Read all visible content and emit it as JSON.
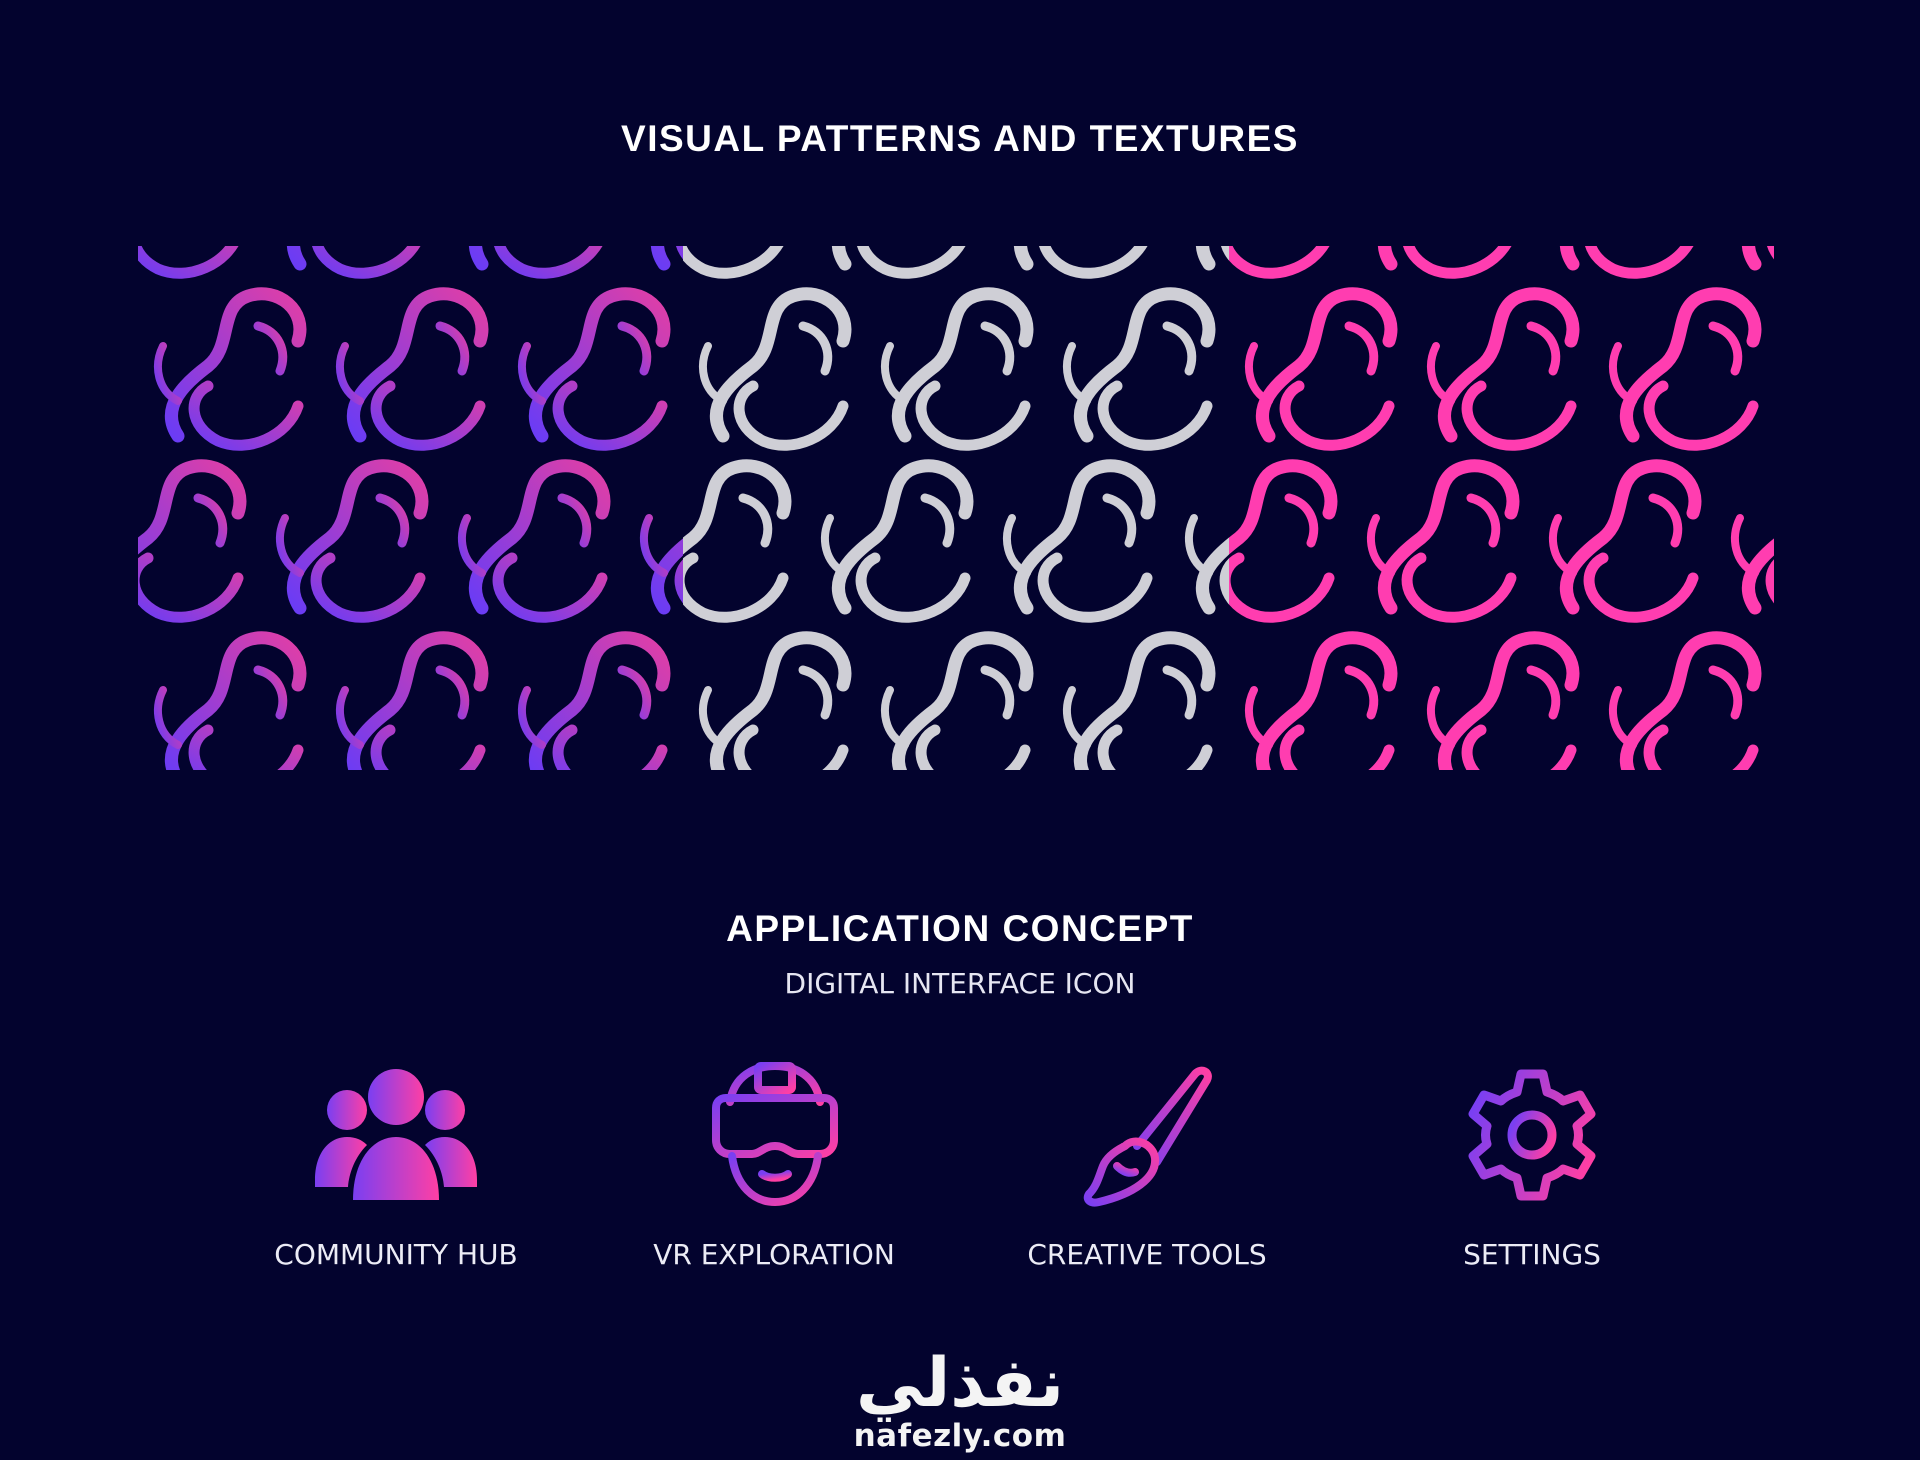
{
  "patterns_section": {
    "title": "VISUAL PATTERNS AND TEXTURES",
    "panels": [
      {
        "name": "purple-gradient",
        "colors": [
          "#7b3cf0",
          "#e23ba0"
        ]
      },
      {
        "name": "silver",
        "colors": [
          "#cfcfd6",
          "#cfcfd6"
        ]
      },
      {
        "name": "pink",
        "colors": [
          "#ff3db0",
          "#ff3db0"
        ]
      }
    ]
  },
  "app_section": {
    "title": "APPLICATION CONCEPT",
    "subtitle": "DIGITAL INTERFACE ICON",
    "icons": [
      {
        "icon": "community-icon",
        "label": "COMMUNITY HUB"
      },
      {
        "icon": "vr-headset-icon",
        "label": "VR EXPLORATION"
      },
      {
        "icon": "paintbrush-icon",
        "label": "CREATIVE TOOLS"
      },
      {
        "icon": "gear-icon",
        "label": "SETTINGS"
      }
    ]
  },
  "brand": {
    "arabic": "نفذلي",
    "latin": "nafezly.com"
  },
  "colors": {
    "background": "#03032e",
    "gradient_start": "#7a3ff2",
    "gradient_end": "#ff3fa4",
    "silver": "#cfcfd6",
    "pink": "#ff3db0"
  }
}
